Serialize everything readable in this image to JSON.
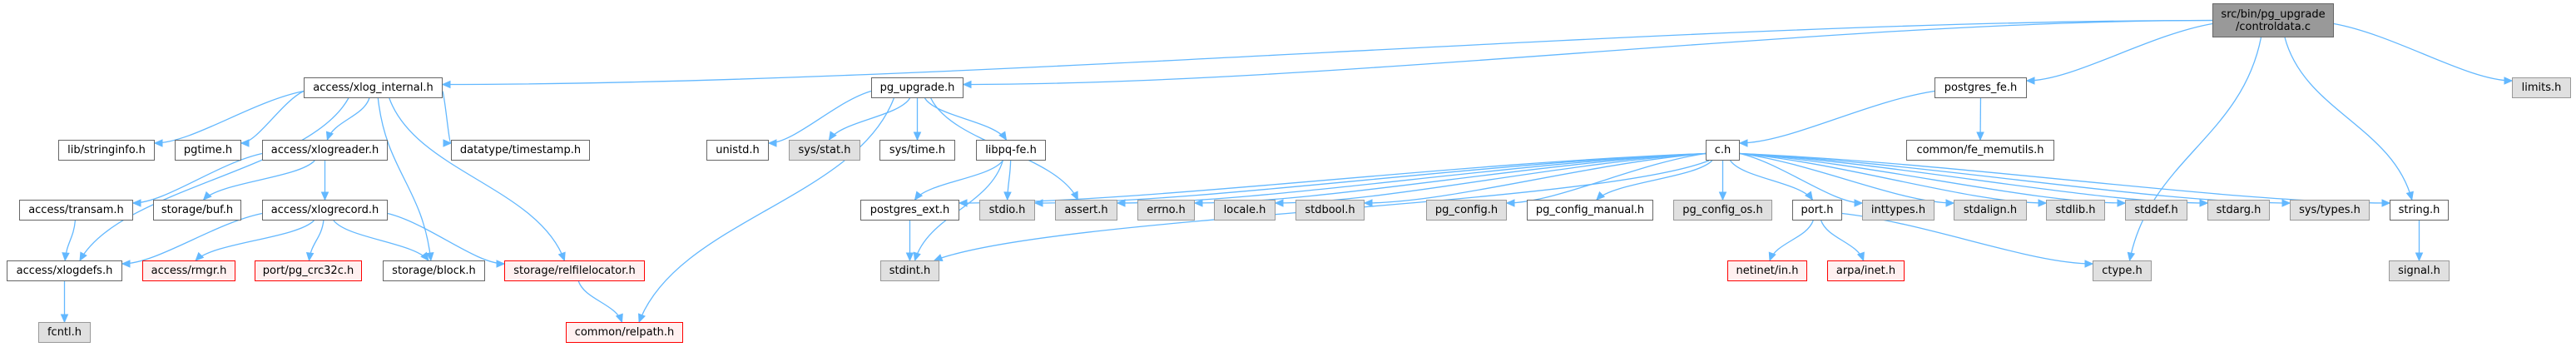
{
  "diagram": {
    "title": "Include dependency graph for controldata.c",
    "colors": {
      "edge": "#63b8ff",
      "root_fill": "#999999",
      "external_fill": "#e0e0e0",
      "missing_fill": "#fff0f0",
      "missing_border": "#ff0000"
    },
    "nodes": [
      {
        "id": "root",
        "label": "src/bin/pg_upgrade\n/controldata.c",
        "kind": "root"
      },
      {
        "id": "xlog_internal",
        "label": "access/xlog_internal.h",
        "kind": "doc"
      },
      {
        "id": "pg_upgrade",
        "label": "pg_upgrade.h",
        "kind": "doc"
      },
      {
        "id": "postgres_fe",
        "label": "postgres_fe.h",
        "kind": "doc"
      },
      {
        "id": "limits",
        "label": "limits.h",
        "kind": "ext"
      },
      {
        "id": "stringinfo",
        "label": "lib/stringinfo.h",
        "kind": "doc"
      },
      {
        "id": "pgtime",
        "label": "pgtime.h",
        "kind": "doc"
      },
      {
        "id": "xlogreader",
        "label": "access/xlogreader.h",
        "kind": "doc"
      },
      {
        "id": "timestamp",
        "label": "datatype/timestamp.h",
        "kind": "doc"
      },
      {
        "id": "unistd",
        "label": "unistd.h",
        "kind": "doc"
      },
      {
        "id": "sys_stat",
        "label": "sys/stat.h",
        "kind": "ext"
      },
      {
        "id": "sys_time",
        "label": "sys/time.h",
        "kind": "doc"
      },
      {
        "id": "libpq_fe",
        "label": "libpq-fe.h",
        "kind": "doc"
      },
      {
        "id": "c_h",
        "label": "c.h",
        "kind": "doc"
      },
      {
        "id": "fe_memutils",
        "label": "common/fe_memutils.h",
        "kind": "doc"
      },
      {
        "id": "transam",
        "label": "access/transam.h",
        "kind": "doc"
      },
      {
        "id": "buf",
        "label": "storage/buf.h",
        "kind": "doc"
      },
      {
        "id": "xlogrecord",
        "label": "access/xlogrecord.h",
        "kind": "doc"
      },
      {
        "id": "postgres_ext",
        "label": "postgres_ext.h",
        "kind": "doc"
      },
      {
        "id": "stdio",
        "label": "stdio.h",
        "kind": "ext"
      },
      {
        "id": "assert",
        "label": "assert.h",
        "kind": "ext"
      },
      {
        "id": "errno",
        "label": "errno.h",
        "kind": "ext"
      },
      {
        "id": "locale",
        "label": "locale.h",
        "kind": "ext"
      },
      {
        "id": "stdbool",
        "label": "stdbool.h",
        "kind": "ext"
      },
      {
        "id": "pg_config",
        "label": "pg_config.h",
        "kind": "ext"
      },
      {
        "id": "pg_config_manual",
        "label": "pg_config_manual.h",
        "kind": "doc"
      },
      {
        "id": "pg_config_os",
        "label": "pg_config_os.h",
        "kind": "ext"
      },
      {
        "id": "port",
        "label": "port.h",
        "kind": "doc"
      },
      {
        "id": "inttypes",
        "label": "inttypes.h",
        "kind": "ext"
      },
      {
        "id": "stdalign",
        "label": "stdalign.h",
        "kind": "ext"
      },
      {
        "id": "stdlib",
        "label": "stdlib.h",
        "kind": "ext"
      },
      {
        "id": "stddef",
        "label": "stddef.h",
        "kind": "ext"
      },
      {
        "id": "stdarg",
        "label": "stdarg.h",
        "kind": "ext"
      },
      {
        "id": "sys_types",
        "label": "sys/types.h",
        "kind": "ext"
      },
      {
        "id": "string",
        "label": "string.h",
        "kind": "doc"
      },
      {
        "id": "xlogdefs",
        "label": "access/xlogdefs.h",
        "kind": "doc"
      },
      {
        "id": "rmgr",
        "label": "access/rmgr.h",
        "kind": "missing"
      },
      {
        "id": "pg_crc32c",
        "label": "port/pg_crc32c.h",
        "kind": "missing"
      },
      {
        "id": "block",
        "label": "storage/block.h",
        "kind": "doc"
      },
      {
        "id": "relfilelocator",
        "label": "storage/relfilelocator.h",
        "kind": "missing"
      },
      {
        "id": "stdint",
        "label": "stdint.h",
        "kind": "ext"
      },
      {
        "id": "netinet_in",
        "label": "netinet/in.h",
        "kind": "missing"
      },
      {
        "id": "arpa_inet",
        "label": "arpa/inet.h",
        "kind": "missing"
      },
      {
        "id": "ctype",
        "label": "ctype.h",
        "kind": "ext"
      },
      {
        "id": "signal",
        "label": "signal.h",
        "kind": "ext"
      },
      {
        "id": "fcntl",
        "label": "fcntl.h",
        "kind": "ext"
      },
      {
        "id": "relpath",
        "label": "common/relpath.h",
        "kind": "missing"
      }
    ],
    "edges": [
      [
        "root",
        "xlog_internal"
      ],
      [
        "root",
        "pg_upgrade"
      ],
      [
        "root",
        "postgres_fe"
      ],
      [
        "root",
        "string"
      ],
      [
        "root",
        "ctype"
      ],
      [
        "root",
        "limits"
      ],
      [
        "xlog_internal",
        "stringinfo"
      ],
      [
        "xlog_internal",
        "pgtime"
      ],
      [
        "xlog_internal",
        "xlogreader"
      ],
      [
        "xlog_internal",
        "timestamp"
      ],
      [
        "xlog_internal",
        "xlogdefs"
      ],
      [
        "xlog_internal",
        "block"
      ],
      [
        "xlog_internal",
        "relfilelocator"
      ],
      [
        "xlogreader",
        "transam"
      ],
      [
        "xlogreader",
        "buf"
      ],
      [
        "xlogreader",
        "xlogrecord"
      ],
      [
        "transam",
        "xlogdefs"
      ],
      [
        "xlogrecord",
        "xlogdefs"
      ],
      [
        "xlogrecord",
        "rmgr"
      ],
      [
        "xlogrecord",
        "pg_crc32c"
      ],
      [
        "xlogrecord",
        "block"
      ],
      [
        "xlogrecord",
        "relfilelocator"
      ],
      [
        "xlogdefs",
        "fcntl"
      ],
      [
        "relfilelocator",
        "relpath"
      ],
      [
        "pg_upgrade",
        "unistd"
      ],
      [
        "pg_upgrade",
        "sys_stat"
      ],
      [
        "pg_upgrade",
        "sys_time"
      ],
      [
        "pg_upgrade",
        "libpq_fe"
      ],
      [
        "pg_upgrade",
        "assert"
      ],
      [
        "pg_upgrade",
        "relpath"
      ],
      [
        "libpq_fe",
        "postgres_ext"
      ],
      [
        "libpq_fe",
        "stdio"
      ],
      [
        "libpq_fe",
        "stdint"
      ],
      [
        "postgres_ext",
        "stdint"
      ],
      [
        "postgres_fe",
        "c_h"
      ],
      [
        "postgres_fe",
        "fe_memutils"
      ],
      [
        "c_h",
        "postgres_ext"
      ],
      [
        "c_h",
        "stdio"
      ],
      [
        "c_h",
        "assert"
      ],
      [
        "c_h",
        "errno"
      ],
      [
        "c_h",
        "locale"
      ],
      [
        "c_h",
        "stdbool"
      ],
      [
        "c_h",
        "stdint"
      ],
      [
        "c_h",
        "pg_config"
      ],
      [
        "c_h",
        "pg_config_manual"
      ],
      [
        "c_h",
        "pg_config_os"
      ],
      [
        "c_h",
        "port"
      ],
      [
        "c_h",
        "inttypes"
      ],
      [
        "c_h",
        "stdalign"
      ],
      [
        "c_h",
        "stdlib"
      ],
      [
        "c_h",
        "stddef"
      ],
      [
        "c_h",
        "stdarg"
      ],
      [
        "c_h",
        "sys_types"
      ],
      [
        "c_h",
        "string"
      ],
      [
        "port",
        "netinet_in"
      ],
      [
        "port",
        "arpa_inet"
      ],
      [
        "port",
        "ctype"
      ],
      [
        "string",
        "signal"
      ]
    ]
  }
}
